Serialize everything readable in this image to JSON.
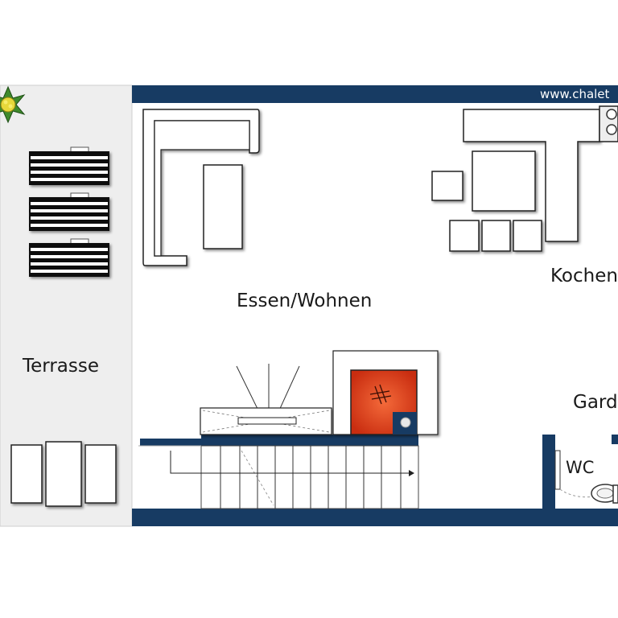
{
  "plan": {
    "watermark": "www.chalet",
    "rooms": {
      "terrace": "Terrasse",
      "living": "Essen/Wohnen",
      "kitchen": "Kochen",
      "wardrobe": "Gard",
      "wc": "WC"
    },
    "icons": [
      "plant-icon",
      "fireplace-icon",
      "toilet-icon"
    ],
    "colors": {
      "wall": "#173b63",
      "terrace_floor": "#eeeeee",
      "fireplace_fire": "#e0401f"
    }
  }
}
